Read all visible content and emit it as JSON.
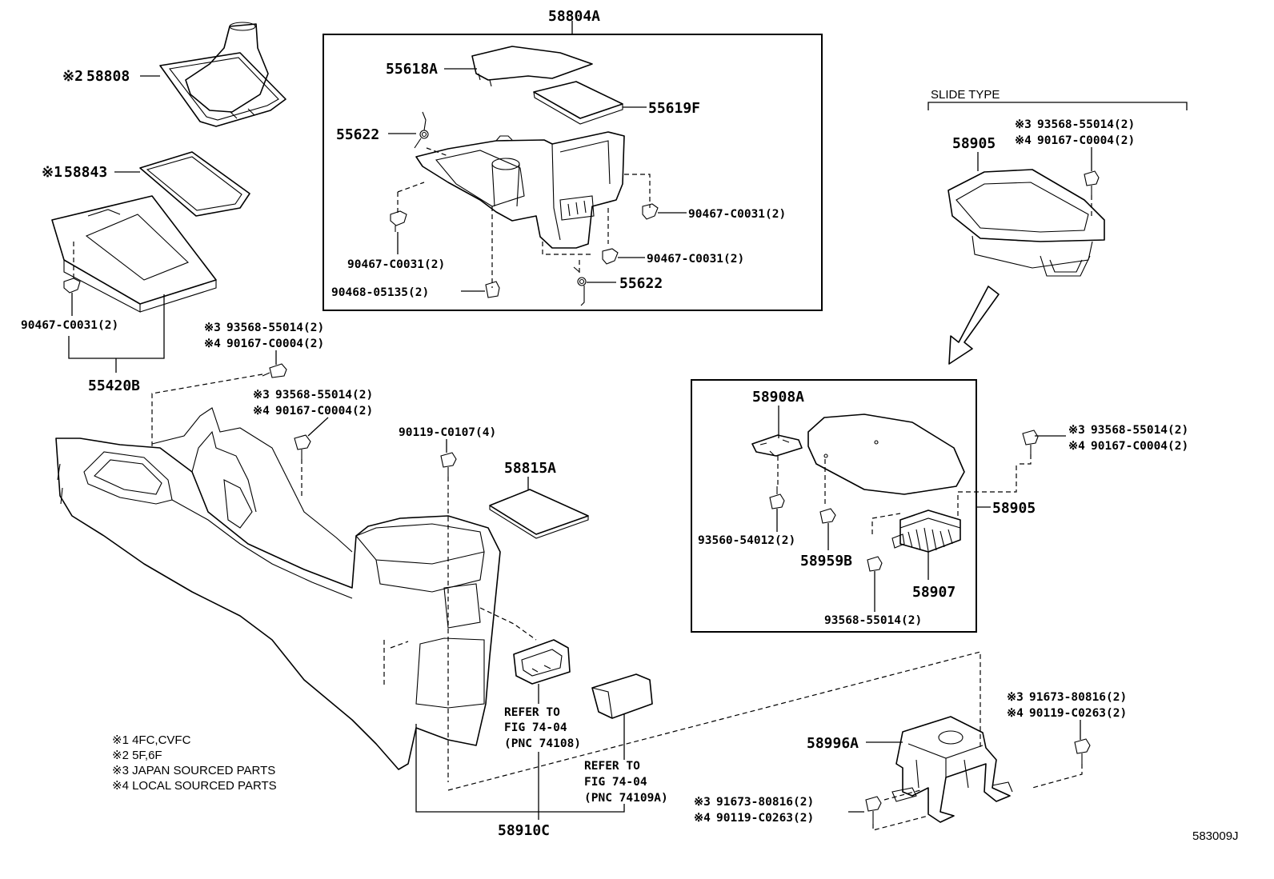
{
  "figure_code": "583009J",
  "labels": {
    "p58804A": "58804A",
    "p55618A": "55618A",
    "p55619F": "55619F",
    "p55622_top": "55622",
    "p55622_bot": "55622",
    "c_box_right": "90467-C0031(2)",
    "c_box_left": "90467-C0031(2)",
    "c_box_right2": "90467-C0031(2)",
    "c_box_bolt": "90468-05135(2)",
    "p58808": "58808",
    "p58808_mark": "※2",
    "p58843": "58843",
    "p58843_mark": "※1",
    "c_left_clip": "90467-C0031(2)",
    "p55420B": "55420B",
    "s1_a": "93568-55014(2)",
    "s1_b": "90167-C0004(2)",
    "s2_a": "93568-55014(2)",
    "s2_b": "90167-C0004(2)",
    "bolt_mid": "90119-C0107(4)",
    "p58815A": "58815A",
    "refer1_a": "REFER TO",
    "refer1_b": "FIG 74-04",
    "refer1_c": "(PNC 74108)",
    "refer2_a": "REFER TO",
    "refer2_b": "FIG 74-04",
    "refer2_c": "(PNC 74109A)",
    "p58910C": "58910C",
    "slide_type": "SLIDE TYPE",
    "p58905_top": "58905",
    "st_a": "93568-55014(2)",
    "st_b": "90167-C0004(2)",
    "p58908A": "58908A",
    "p93560": "93560-54012(2)",
    "p58959B": "58959B",
    "p58907": "58907",
    "p93568_bot": "93568-55014(2)",
    "p58905_right": "58905",
    "rs_a": "93568-55014(2)",
    "rs_b": "90167-C0004(2)",
    "b1_a": "91673-80816(2)",
    "b1_b": "90119-C0263(2)",
    "p58996A": "58996A",
    "b2_a": "91673-80816(2)",
    "b2_b": "90119-C0263(2)"
  },
  "marks": {
    "m3": "※3",
    "m4": "※4"
  },
  "notes": [
    "※1 4FC,CVFC",
    "※2 5F,6F",
    "※3 JAPAN SOURCED PARTS",
    "※4 LOCAL SOURCED PARTS"
  ]
}
